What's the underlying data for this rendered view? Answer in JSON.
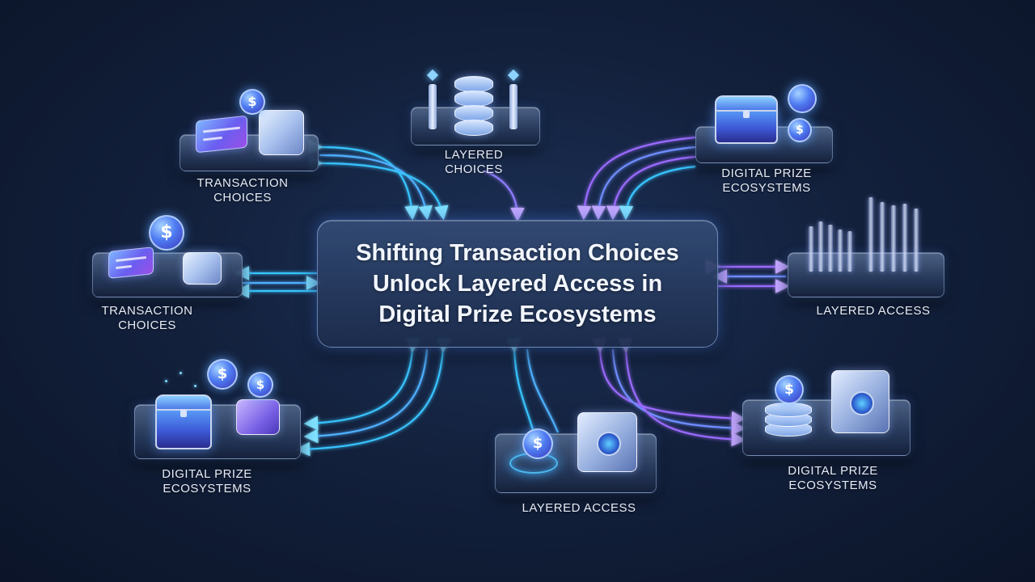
{
  "center": {
    "title_lines": [
      "Shifting Transaction Choices",
      "Unlock Layered Access in",
      "Digital Prize Ecosystems"
    ]
  },
  "nodes": {
    "top_left": {
      "label_lines": [
        "TRANSACTION",
        "CHOICES"
      ],
      "icons": [
        "credit-card-icon",
        "wallet-icon",
        "dollar-coin-icon"
      ]
    },
    "top_center": {
      "label_lines": [
        "LAYERED",
        "CHOICES"
      ],
      "icons": [
        "database-stack-icon",
        "pillar-icon"
      ]
    },
    "top_right": {
      "label_lines": [
        "DIGITAL PRIZE",
        "ECOSYSTEMS"
      ],
      "icons": [
        "treasure-chest-icon",
        "dollar-coin-icon"
      ]
    },
    "mid_left": {
      "label_lines": [
        "TRANSACTION",
        "CHOICES"
      ],
      "icons": [
        "credit-card-icon",
        "wallet-icon",
        "dollar-coin-icon"
      ]
    },
    "mid_right": {
      "label_lines": [
        "LAYERED ACCESS"
      ],
      "icons": [
        "gate-bars-icon"
      ]
    },
    "bottom_left": {
      "label_lines": [
        "DIGITAL PRIZE",
        "ECOSYSTEMS"
      ],
      "icons": [
        "treasure-chest-icon",
        "dollar-coin-icon",
        "wallet-icon"
      ]
    },
    "bottom_center": {
      "label_lines": [
        "LAYERED ACCESS"
      ],
      "icons": [
        "dollar-coin-icon",
        "safe-vault-icon"
      ]
    },
    "bottom_right": {
      "label_lines": [
        "DIGITAL PRIZE",
        "ECOSYSTEMS"
      ],
      "icons": [
        "coin-stack-icon",
        "safe-vault-icon"
      ]
    }
  },
  "coin_symbol": "$",
  "colors": {
    "flow_cyan": "#38c4ff",
    "flow_violet": "#9b6bff",
    "background": "#13213d"
  }
}
